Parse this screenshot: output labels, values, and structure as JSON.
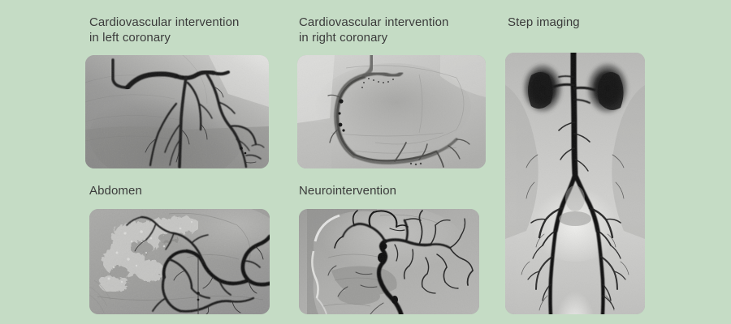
{
  "background_color": "#c5dcc5",
  "text_color": "#3b3b3b",
  "gallery": {
    "panels": [
      {
        "id": "left-coronary",
        "caption": "Cardiovascular intervention\nin left coronary",
        "image_kind": "coronary-angiogram-left",
        "modality": "DSA"
      },
      {
        "id": "right-coronary",
        "caption": "Cardiovascular intervention\nin right coronary",
        "image_kind": "coronary-angiogram-right",
        "modality": "DSA"
      },
      {
        "id": "step-imaging",
        "caption": "Step imaging",
        "image_kind": "abdominal-aortogram-runoff",
        "modality": "DSA"
      },
      {
        "id": "abdomen",
        "caption": "Abdomen",
        "image_kind": "abdominal-visceral-angiogram",
        "modality": "DSA"
      },
      {
        "id": "neuro",
        "caption": "Neurointervention",
        "image_kind": "cerebral-angiogram-lateral",
        "modality": "DSA"
      }
    ]
  }
}
